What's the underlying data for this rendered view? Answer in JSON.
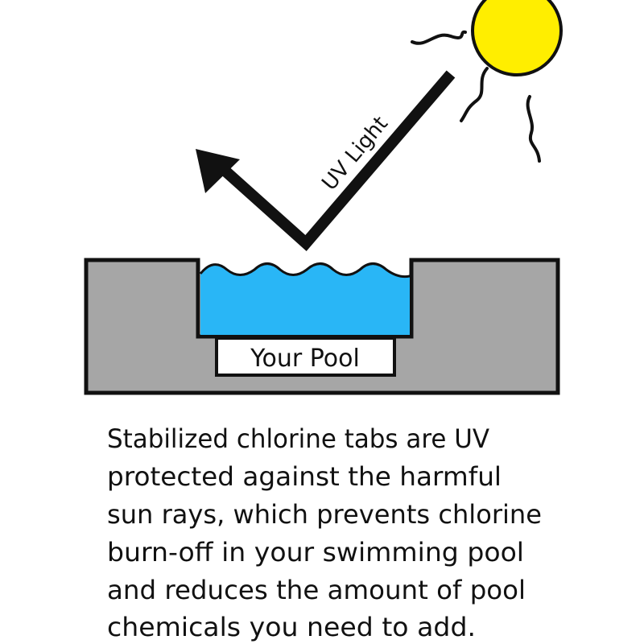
{
  "diagram": {
    "uv_label": "UV Light",
    "pool_label": "Your Pool",
    "colors": {
      "sun": "#ffee00",
      "water": "#29b6f6",
      "ground": "#a6a6a6",
      "outline": "#111111"
    },
    "icons": [
      "sun-icon",
      "uv-arrow-icon",
      "water-waves-icon"
    ]
  },
  "caption": {
    "lines": [
      "Stabilized chlorine tabs are UV",
      "protected against the harmful",
      "sun rays, which prevents chlorine",
      "burn-off in your swimming pool",
      "and reduces the amount of pool",
      "chemicals you need to add."
    ]
  }
}
